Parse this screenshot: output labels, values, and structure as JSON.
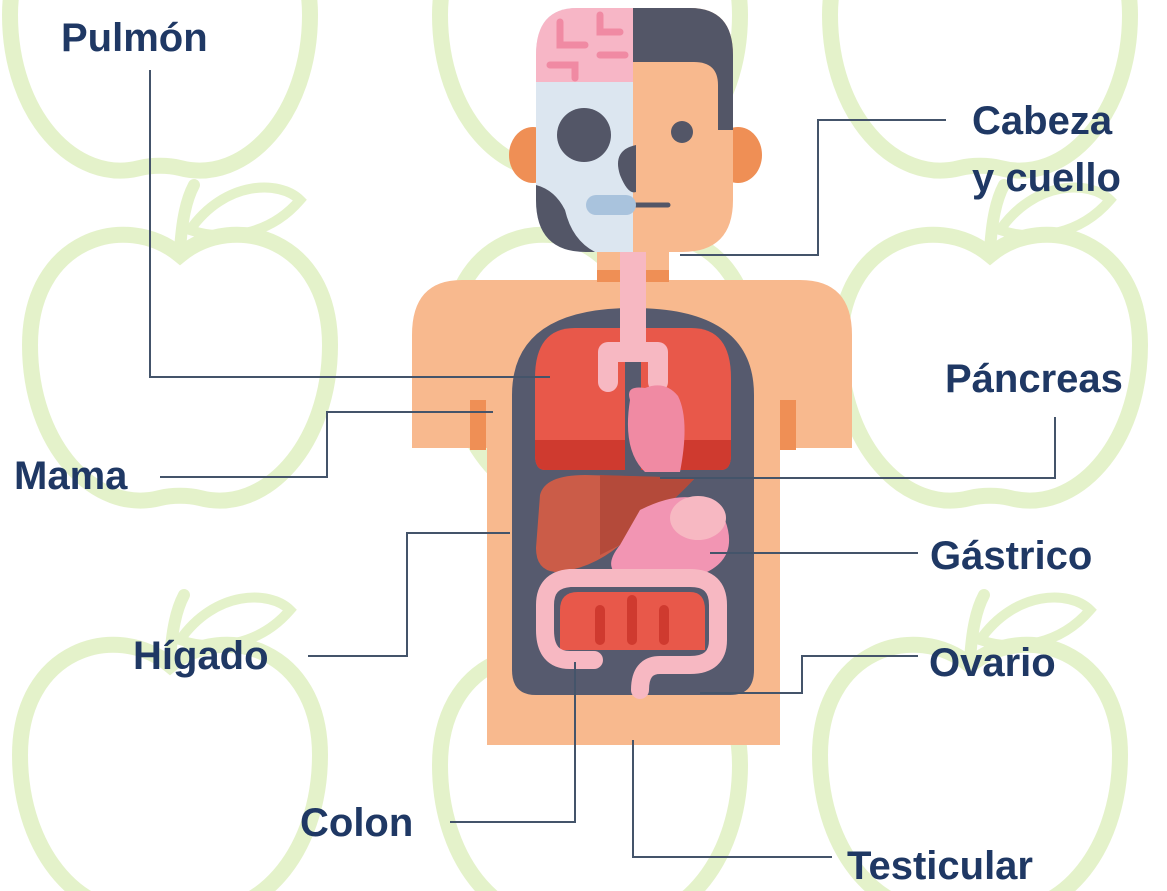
{
  "labels": {
    "pulmon": "Pulmón",
    "cabeza_line1": "Cabeza",
    "cabeza_line2": "y cuello",
    "pancreas": "Páncreas",
    "mama": "Mama",
    "gastrico": "Gástrico",
    "higado": "Hígado",
    "ovario": "Ovario",
    "colon": "Colon",
    "testicular": "Testicular"
  },
  "colors": {
    "label_text": "#1f3864",
    "leader_line": "#44546a",
    "apple_watermark": "#d9ecb4",
    "skin": "#f8b98e",
    "skin_shadow": "#ef8f55",
    "cavity": "#565a6e",
    "lung": "#e8584a",
    "lung_shadow": "#cf3a2f",
    "heart": "#f08aa3",
    "liver": "#cb5c48",
    "stomach": "#f295b3",
    "intestine": "#f7b8c2",
    "skull": "#dce6f0",
    "brain": "#f7b6c6",
    "hair": "#535667"
  }
}
